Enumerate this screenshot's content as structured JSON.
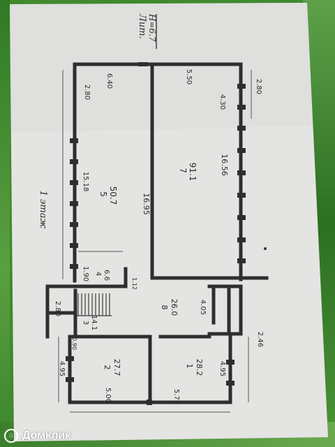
{
  "title_top": "Лит.",
  "height_note": "H=6.7",
  "floor_label": "1 этаж",
  "rooms": [
    {
      "num": "1",
      "area": "28.2"
    },
    {
      "num": "2",
      "area": "27.7"
    },
    {
      "num": "3",
      "area": "14.1"
    },
    {
      "num": "4",
      "area": "6.6"
    },
    {
      "num": "5",
      "area": "50.7"
    },
    {
      "num": "7",
      "area": "91.1"
    },
    {
      "num": "8",
      "area": "26.0"
    }
  ],
  "dimensions": {
    "d_5_00": "5.00",
    "d_5_70": "5.70",
    "d_4_95_left": "4.95",
    "d_4_95_right": "4.95",
    "d_2_80_left": "2.80",
    "d_2_80_top": "2.80",
    "d_2_80_right": "2.80",
    "d_1_90": "1.90",
    "d_15_18": "15.18",
    "d_6_40": "6.40",
    "d_16_95": "16.95",
    "d_5_50": "5.50",
    "d_4_30": "4.30",
    "d_16_56": "16.56",
    "d_4_05": "4.05",
    "d_2_46": "2.46",
    "d_0_90": "0.90",
    "d_1_12": "1.12"
  },
  "watermark": "Домклик",
  "colors": {
    "paper": "#e4e4e2",
    "ink": "#2a2a2a",
    "background": "#3f8a2e"
  }
}
